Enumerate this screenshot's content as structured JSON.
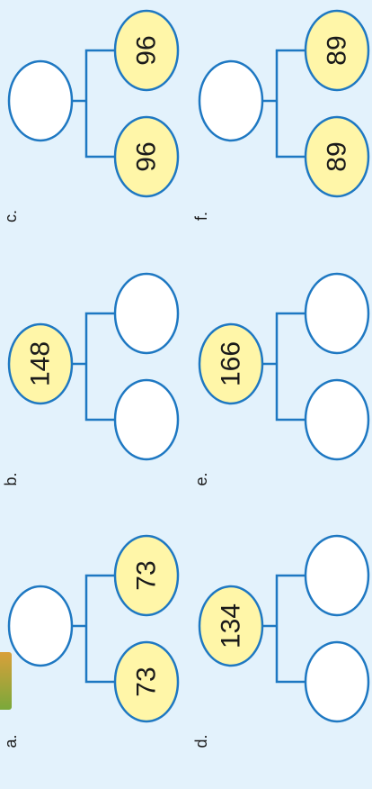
{
  "problems": [
    {
      "label": "a.",
      "whole": "",
      "parts": [
        "73",
        "73"
      ]
    },
    {
      "label": "b.",
      "whole": "148",
      "parts": [
        "",
        ""
      ]
    },
    {
      "label": "c.",
      "whole": "",
      "parts": [
        "96",
        "96"
      ]
    },
    {
      "label": "d.",
      "whole": "134",
      "parts": [
        "",
        ""
      ]
    },
    {
      "label": "e.",
      "whole": "166",
      "parts": [
        "",
        ""
      ]
    },
    {
      "label": "f.",
      "whole": "",
      "parts": [
        "89",
        "89"
      ]
    }
  ]
}
